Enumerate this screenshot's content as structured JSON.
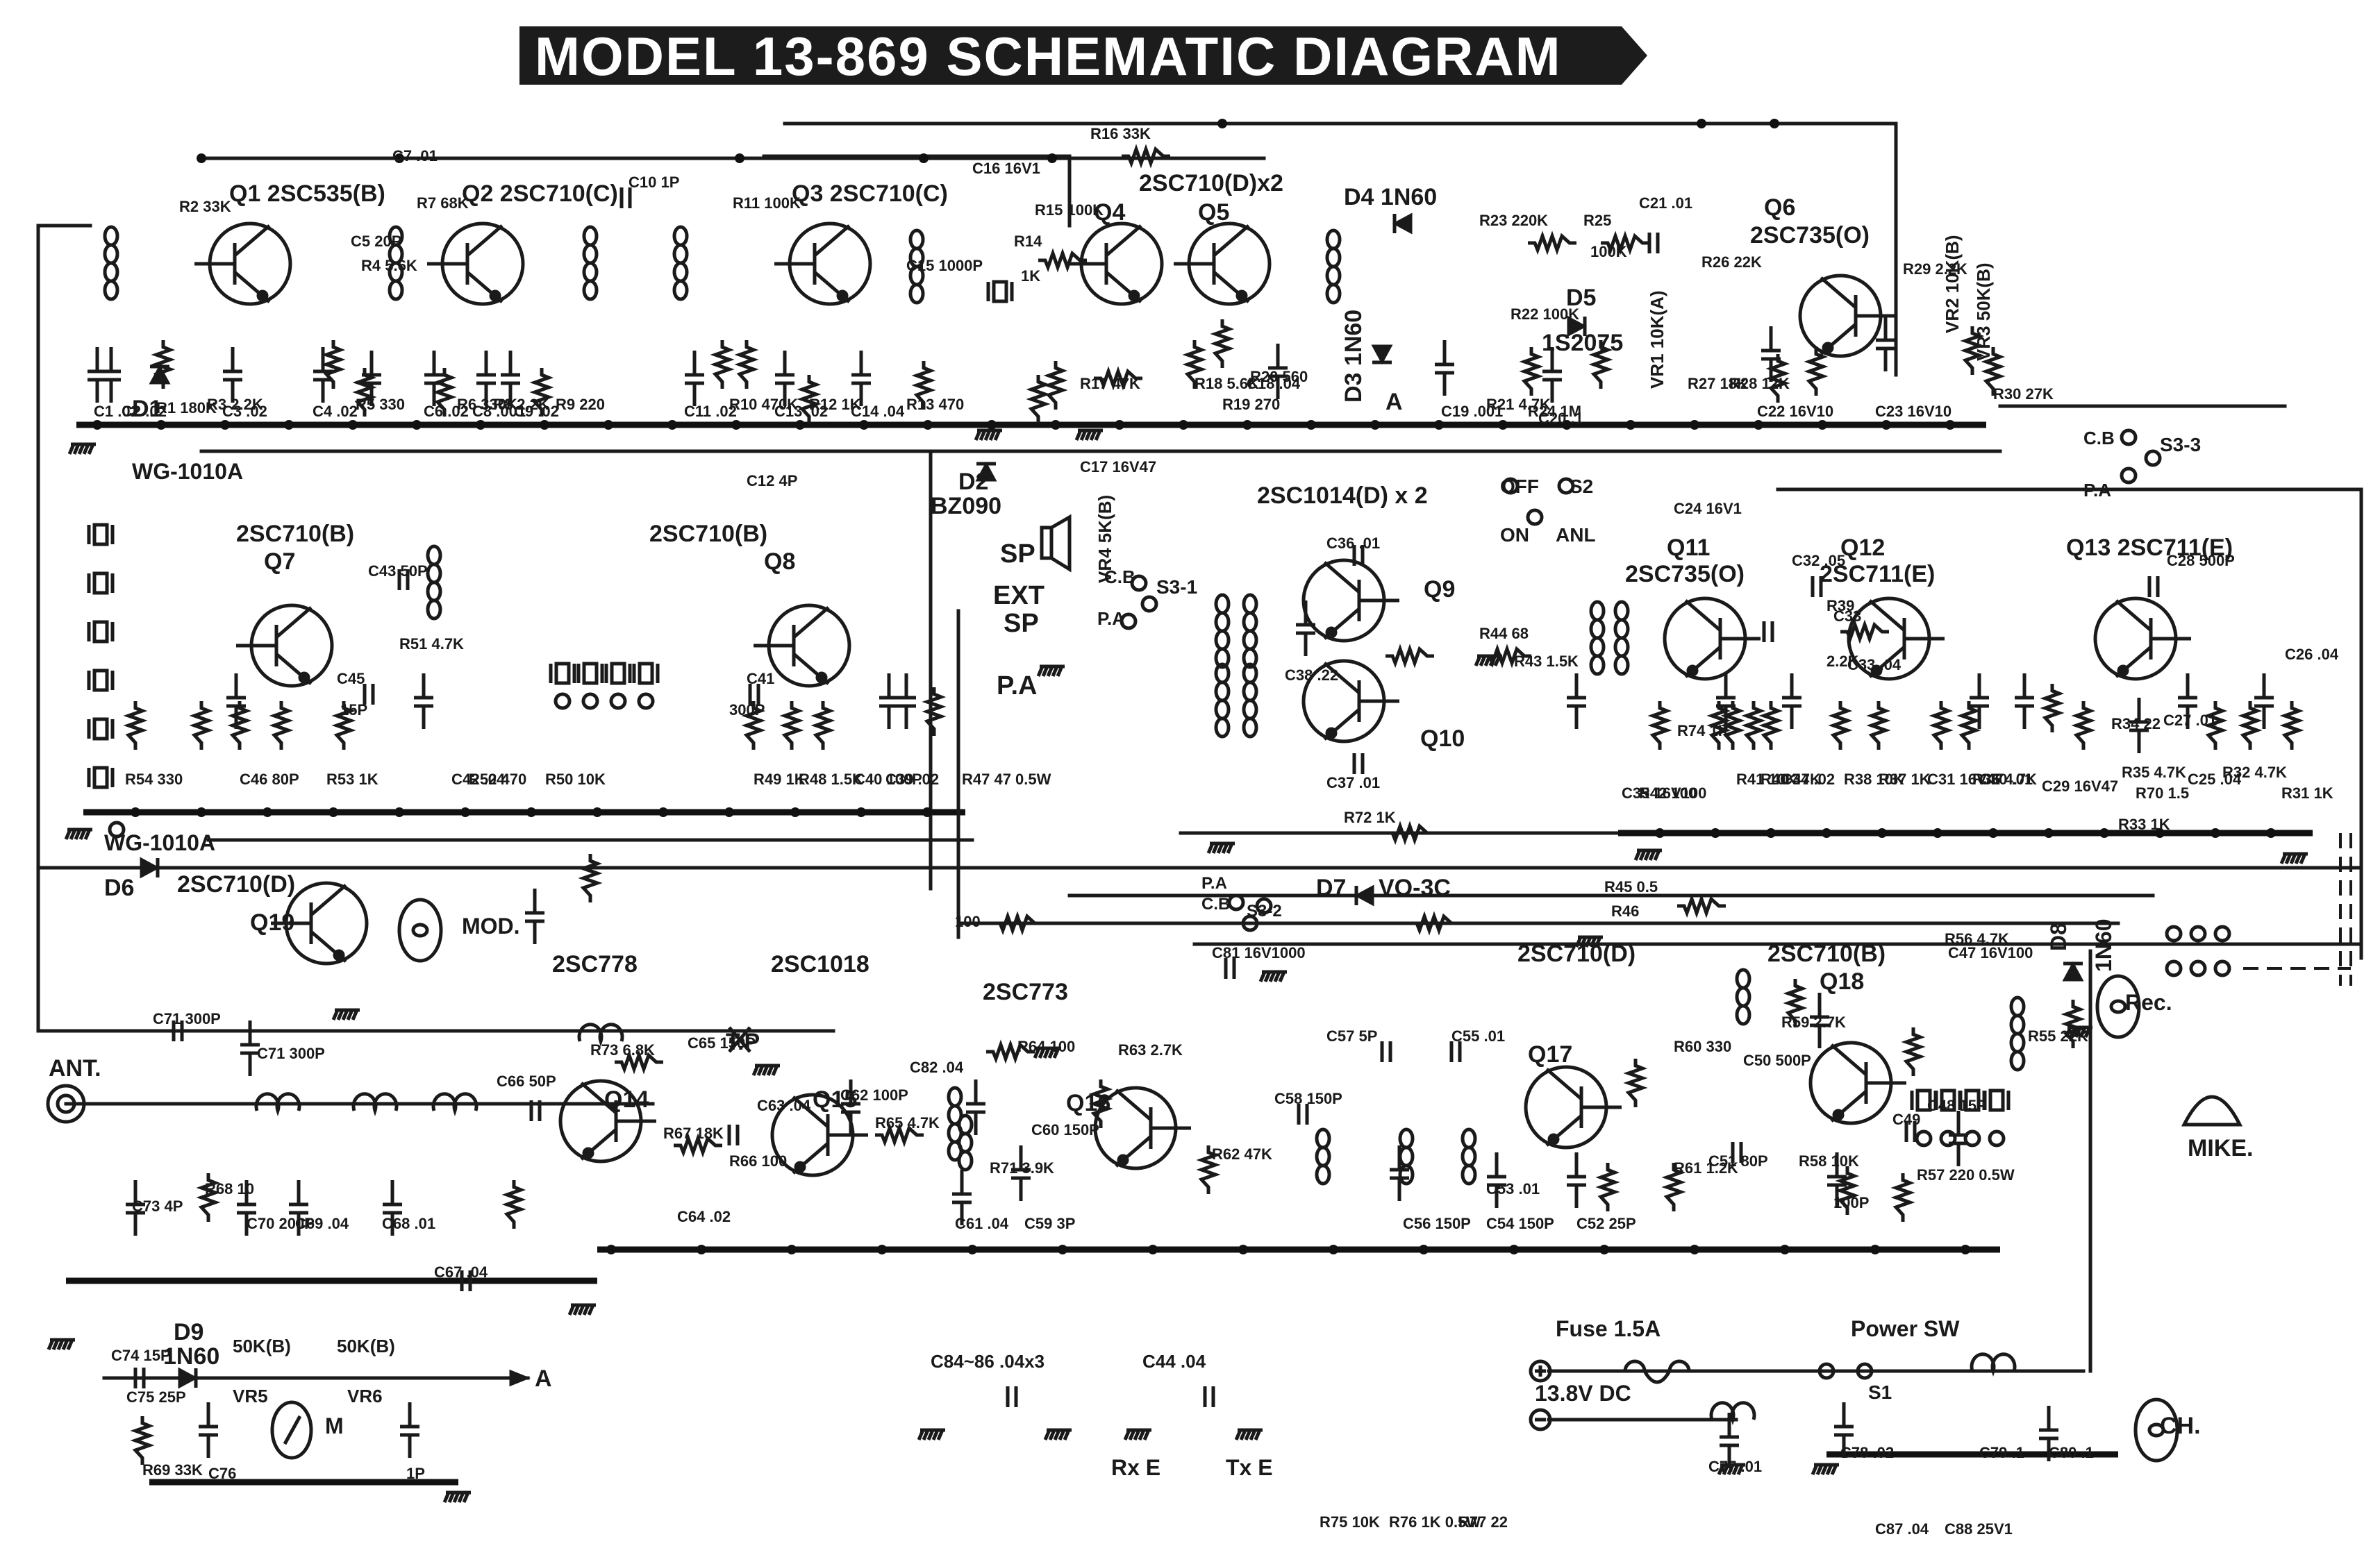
{
  "title": "MODEL 13-869 SCHEMATIC DIAGRAM",
  "transistors": [
    {
      "ref": "Q1",
      "type": "2SC535(B)",
      "label": "Q1 2SC535(B)"
    },
    {
      "ref": "Q2",
      "type": "2SC710(C)",
      "label": "Q2 2SC710(C)"
    },
    {
      "ref": "Q3",
      "type": "2SC710(C)",
      "label": "Q3 2SC710(C)"
    },
    {
      "ref": "Q4",
      "label": "Q4"
    },
    {
      "ref": "Q5",
      "label": "Q5"
    },
    {
      "ref": "Q4/Q5",
      "label": "2SC710(D)x2"
    },
    {
      "ref": "Q6",
      "label": "Q6"
    },
    {
      "ref": "Q6-type",
      "label": "2SC735(O)"
    },
    {
      "ref": "Q7",
      "label": "Q7"
    },
    {
      "ref": "Q7-type",
      "label": "2SC710(B)"
    },
    {
      "ref": "Q8",
      "label": "Q8"
    },
    {
      "ref": "Q8-type",
      "label": "2SC710(B)"
    },
    {
      "ref": "Q9",
      "label": "Q9"
    },
    {
      "ref": "Q10",
      "label": "Q10"
    },
    {
      "ref": "Q9/Q10",
      "label": "2SC1014(D) x 2"
    },
    {
      "ref": "Q11",
      "label": "Q11"
    },
    {
      "ref": "Q11-type",
      "label": "2SC735(O)"
    },
    {
      "ref": "Q12",
      "label": "Q12"
    },
    {
      "ref": "Q12-type",
      "label": "2SC711(E)"
    },
    {
      "ref": "Q13",
      "label": "Q13 2SC711(E)"
    },
    {
      "ref": "Q14",
      "label": "Q14"
    },
    {
      "ref": "Q14-type",
      "label": "2SC778"
    },
    {
      "ref": "Q15",
      "label": "Q15"
    },
    {
      "ref": "Q15-type",
      "label": "2SC1018"
    },
    {
      "ref": "Q16",
      "label": "Q16"
    },
    {
      "ref": "Q16-type",
      "label": "2SC773"
    },
    {
      "ref": "Q17",
      "label": "Q17"
    },
    {
      "ref": "Q17-type",
      "label": "2SC710(D)"
    },
    {
      "ref": "Q18",
      "label": "Q18"
    },
    {
      "ref": "Q18-type",
      "label": "2SC710(B)"
    },
    {
      "ref": "Q19",
      "label": "Q19"
    },
    {
      "ref": "Q19-type",
      "label": "2SC710(D)"
    }
  ],
  "diodes": [
    {
      "label": "D1"
    },
    {
      "label": "D2"
    },
    {
      "label": "BZ090"
    },
    {
      "label": "D3 1N60"
    },
    {
      "label": "A"
    },
    {
      "label": "D4 1N60"
    },
    {
      "label": "D5"
    },
    {
      "label": "1S2075"
    },
    {
      "label": "D6"
    },
    {
      "label": "D7"
    },
    {
      "label": "VO-3C"
    },
    {
      "label": "D8"
    },
    {
      "label": "1N60"
    },
    {
      "label": "D9"
    },
    {
      "label": "1N60"
    }
  ],
  "resistors": [
    "R1 180K",
    "R2 33K",
    "R3 2.2K",
    "R4 5.6K",
    "R5 330",
    "R6 330K",
    "R7 68K",
    "R8 2.2K",
    "R9 220",
    "R10 470K",
    "R11 100K",
    "R12 1K",
    "R13 470",
    "R14",
    "1K",
    "R15 100K",
    "R16 33K",
    "R17 47K",
    "R18 5.6K",
    "R19 270",
    "R20 560",
    "R21 4.7K",
    "R22 100K",
    "R23 220K",
    "R24 1M",
    "R25",
    "100K",
    "R26 22K",
    "R27 18K",
    "R28 12K",
    "R29 2.2K",
    "R30 27K",
    "R31 1K",
    "R32 4.7K",
    "R33 1K",
    "R34 22",
    "R35 4.7K",
    "R36 4.7K",
    "R37 1K",
    "R38 10K",
    "R39",
    "2.2K",
    "R40 47K",
    "R41 10K",
    "R42 100",
    "R43 1.5K",
    "R44 68",
    "R45 0.5",
    "R46",
    "100",
    "R47 47 0.5W",
    "R48 1.5K",
    "R49 1K",
    "R50 10K",
    "R51 4.7K",
    "R52 470",
    "R53 1K",
    "R54 330",
    "R55 22K",
    "R56 4.7K",
    "R57 220 0.5W",
    "R58 10K",
    "R59 2.7K",
    "R60 330",
    "R61 1.2K",
    "R62 47K",
    "R63 2.7K",
    "R64 100",
    "R65 4.7K",
    "R66 100",
    "R67 18K",
    "R68 10",
    "R69 33K",
    "R70 1.5",
    "R71 3.9K",
    "R72 1K",
    "R73 6.8K",
    "R74 1K",
    "R75 10K",
    "R76 1K 0.5W",
    "R77 22"
  ],
  "capacitors": [
    "C1 .02",
    "C2 .02",
    "C3 .02",
    "C4 .02",
    "C5 20P",
    "C6 .02",
    "C7 .01",
    "C8 .001",
    "C9 .02",
    "C10 1P",
    "C11 .02",
    "C12 4P",
    "C13 .02",
    "C14 .04",
    "C15 1000P",
    "C16 16V1",
    "C17 16V47",
    "C18 .04",
    "C19 .001",
    "C20 .1",
    "C21 .01",
    "C22 16V10",
    "C23 16V10",
    "C24 16V1",
    "C25 .04",
    "C26 .04",
    "C27 .01",
    "C28 500P",
    "C29 16V47",
    "C30 .01",
    "C31 16V47",
    "C32 .05",
    "C33",
    "C33 .04",
    "C34 .02",
    "C35 16V100",
    "C36 .01",
    "C37 .01",
    "C38 .22",
    "C39 .02",
    "C40 100P",
    "C41",
    "300P",
    "C42 .04",
    "C43 50P",
    "C45",
    "15P",
    "C46 80P",
    "C47 16V100",
    "C48 15P",
    "C49",
    "100P",
    "C50 500P",
    "C51 80P",
    "C52 25P",
    "C53 .01",
    "C54 150P",
    "C55 .01",
    "C56 150P",
    "C57 5P",
    "C58 150P",
    "C59 3P",
    "C60 150P",
    "C61 .04",
    "C62 100P",
    "C63 .04",
    "C64 .02",
    "C65 150P",
    "C66 50P",
    "C67 .04",
    "C68 .01",
    "C69 .04",
    "C70 200P",
    "C71 300P",
    "C71 300P",
    "C73 4P",
    "C74 15P",
    "C75 25P",
    "C76",
    "1P",
    "C77 .01",
    "C78 .02",
    "C79 .1",
    "C80 .1",
    "C81 16V1000",
    "C82 .04",
    "C87 .04",
    "C88 25V1"
  ],
  "controls": [
    {
      "label": "VR1 10K(A)"
    },
    {
      "label": "VR2 10K(B)"
    },
    {
      "label": "VR3 50K(B)"
    },
    {
      "label": "VR4 5K(B)"
    },
    {
      "label": "VR5"
    },
    {
      "label": "50K(B)"
    },
    {
      "label": "VR6"
    },
    {
      "label": "50K(B)"
    }
  ],
  "switches": [
    {
      "label": "S1"
    },
    {
      "label": "S2"
    },
    {
      "label": "OFF"
    },
    {
      "label": "ON"
    },
    {
      "label": "ANL"
    },
    {
      "label": "S3-1"
    },
    {
      "label": "S3-2"
    },
    {
      "label": "S3-3"
    },
    {
      "label": "C.B"
    },
    {
      "label": "P.A"
    }
  ],
  "misc": {
    "wg1": "WG-1010A",
    "wg2": "WG-1010A",
    "sp": "SP",
    "ext": "EXT",
    "ext_sp": "SP",
    "pa_jack": "P.A",
    "mod": "MOD.",
    "ant": "ANT.",
    "tp": "T.P",
    "meter": "M",
    "a_out": "A",
    "rec": "Rec.",
    "mike": "MIKE.",
    "ch": "CH.",
    "fuse": "Fuse 1.5A",
    "power_sw": "Power SW",
    "supply": "13.8V DC",
    "c84": "C84~86 .04x3",
    "c44": "C44 .04",
    "rxe": "Rx E",
    "txe": "Tx E",
    "plus": "+",
    "minus": "−"
  }
}
